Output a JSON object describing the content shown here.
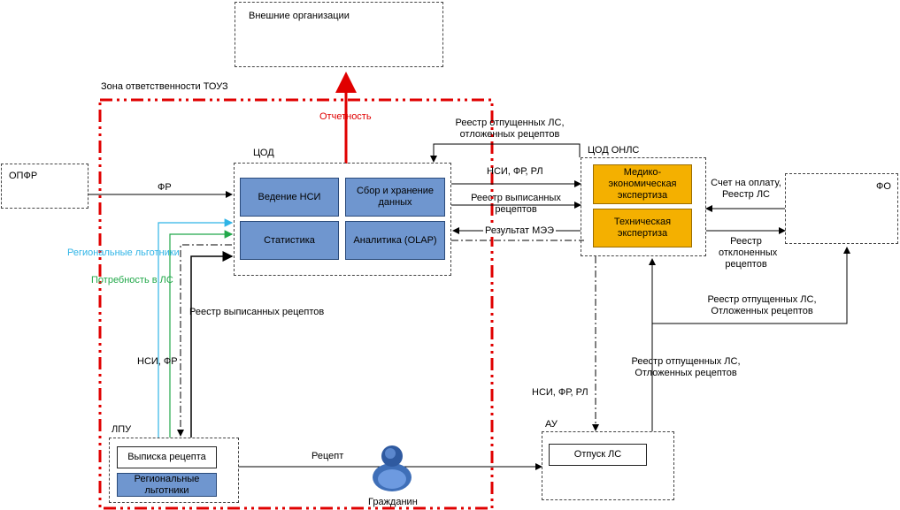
{
  "frames": {
    "external": "Внешние организации",
    "zone": "Зона ответственности ТОУЗ",
    "cod": "ЦОД",
    "cod_onls": "ЦОД ОНЛС",
    "opfr": "ОПФР",
    "fo": "ФО",
    "lpu": "ЛПУ",
    "au": "АУ"
  },
  "blocks": {
    "nsi": "Ведение НСИ",
    "collect": "Сбор и хранение данных",
    "stats": "Статистика",
    "olap": "Аналитика (OLAP)",
    "medeco": "Медико-экономическая экспертиза",
    "tech": "Техническая экспертиза",
    "prescription": "Выписка рецепта",
    "regional": "Региональные льготники",
    "dispense": "Отпуск ЛС"
  },
  "flows": {
    "reporting": "Отчетность",
    "fr": "ФР",
    "reg_dispensed_top": "Реестр отпущенных ЛС, отложенных рецептов",
    "nsi_fr_rl": "НСИ, ФР, РЛ",
    "reg_issued": "Реестр выписанных рецептов",
    "mee_result": "Результат МЭЭ",
    "invoice": "Счет на оплату, Реестр ЛС",
    "rejected": "Реестр отклоненных рецептов",
    "regional_beneficiaries": "Региональные льготники",
    "need_ls": "Потребность в ЛС",
    "reg_issued_left": "Реестр выписанных рецептов",
    "nsi_fr_left": "НСИ, ФР",
    "nsi_fr_rl_au": "НСИ, ФР, РЛ",
    "reg_dispensed_fo": "Реестр отпущенных ЛС, Отложенных рецептов",
    "reg_dispensed_au": "Реестр отпущенных ЛС, Отложенных рецептов",
    "recipe": "Рецепт",
    "citizen": "Гражданин"
  },
  "colors": {
    "blue_block": "#6f96cf",
    "gold_block": "#f4b000",
    "zone_red": "#e00000",
    "cyan_line": "#2fb4e6",
    "green_line": "#22a84a"
  }
}
